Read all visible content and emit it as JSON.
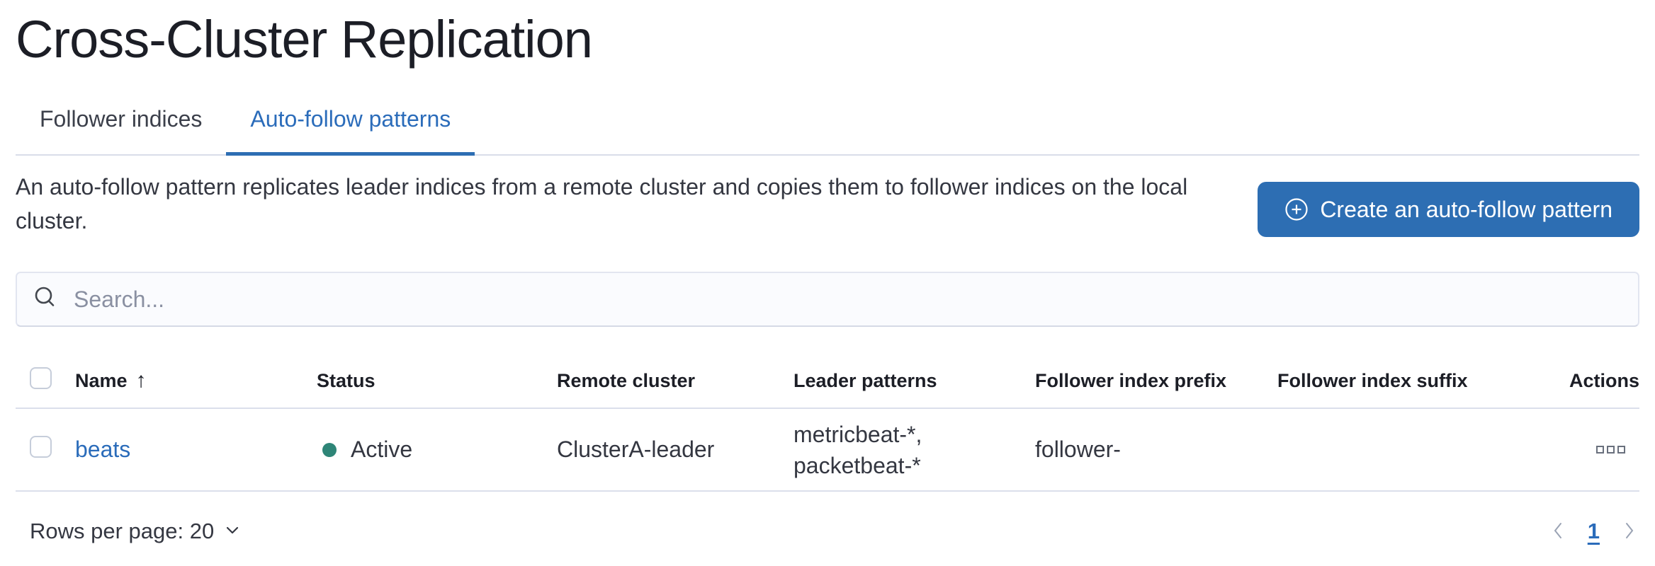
{
  "page": {
    "title": "Cross-Cluster Replication"
  },
  "tabs": [
    {
      "label": "Follower indices",
      "selected": false
    },
    {
      "label": "Auto-follow patterns",
      "selected": true
    }
  ],
  "description": "An auto-follow pattern replicates leader indices from a remote cluster and copies them to follower indices on the local cluster.",
  "create_button": {
    "label": "Create an auto-follow pattern",
    "icon": "plus-in-circle"
  },
  "search": {
    "placeholder": "Search...",
    "value": ""
  },
  "table": {
    "columns": [
      "Name",
      "Status",
      "Remote cluster",
      "Leader patterns",
      "Follower index prefix",
      "Follower index suffix",
      "Actions"
    ],
    "sort": {
      "column": "Name",
      "direction": "ascending",
      "icon": "↑"
    },
    "rows": [
      {
        "name": "beats",
        "status": "Active",
        "remote_cluster": "ClusterA-leader",
        "leader_patterns": "metricbeat-*, packetbeat-*",
        "follower_index_prefix": "follower-",
        "follower_index_suffix": "",
        "actions_icon": "boxes-horizontal"
      }
    ]
  },
  "footer": {
    "rows_per_page_label": "Rows per page: 20",
    "pagination": {
      "current_page": "1",
      "prev_icon": "chevron-left",
      "next_icon": "chevron-right"
    }
  },
  "colors": {
    "accent_blue": "#2d6eb3",
    "link_blue": "#2b6cba",
    "status_active": "#2e8577",
    "divider": "#dbdfeb"
  }
}
